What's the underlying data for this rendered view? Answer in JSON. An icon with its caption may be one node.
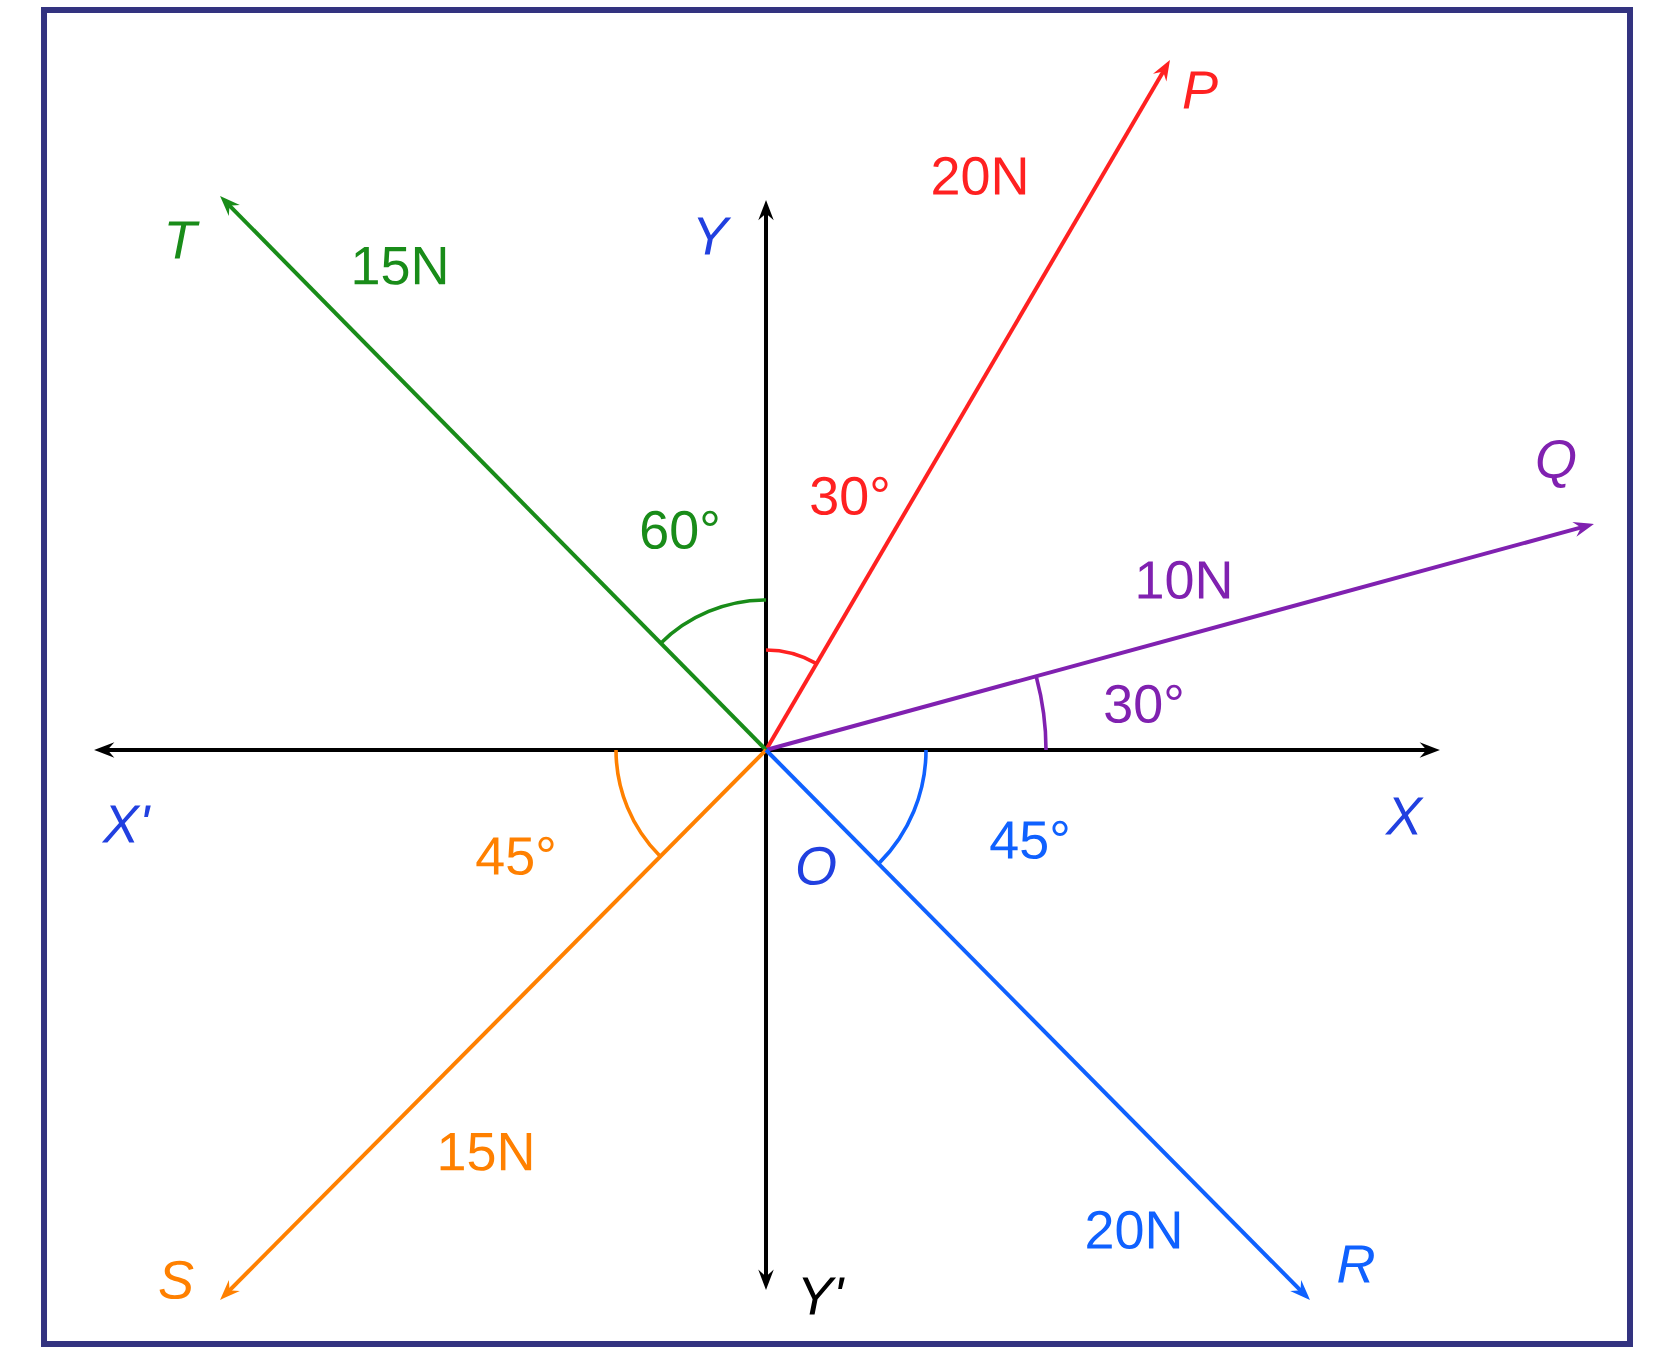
{
  "diagram": {
    "labels": [
      "P",
      "20N",
      "T",
      "15N",
      "Y",
      "Q",
      "30°",
      "60°",
      "10N",
      "30°",
      "X'",
      "45°",
      "O",
      "45°",
      "X",
      "15N",
      "20N",
      "S",
      "Y'",
      "R"
    ]
  }
}
